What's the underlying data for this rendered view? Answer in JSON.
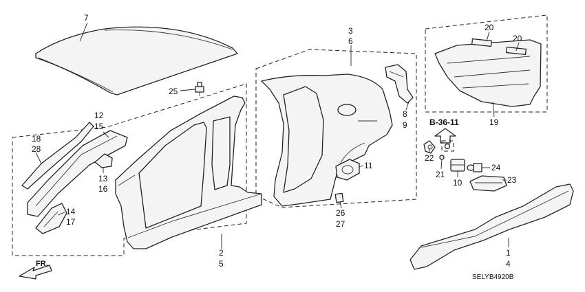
{
  "diagram": {
    "callouts": {
      "c7": "7",
      "c3": "3",
      "c6": "6",
      "c20a": "20",
      "c20b": "20",
      "c25": "25",
      "c12": "12",
      "c15": "15",
      "c18": "18",
      "c28": "28",
      "c13": "13",
      "c16": "16",
      "c14": "14",
      "c17": "17",
      "c2": "2",
      "c5": "5",
      "c8": "8",
      "c9": "9",
      "c11": "11",
      "c26": "26",
      "c27": "27",
      "c19": "19",
      "c22": "22",
      "c21": "21",
      "c10": "10",
      "c24": "24",
      "c23": "23",
      "c1": "1",
      "c4": "4"
    },
    "reference": "B-36-11",
    "direction": "FR.",
    "code": "SELYB4920B"
  }
}
